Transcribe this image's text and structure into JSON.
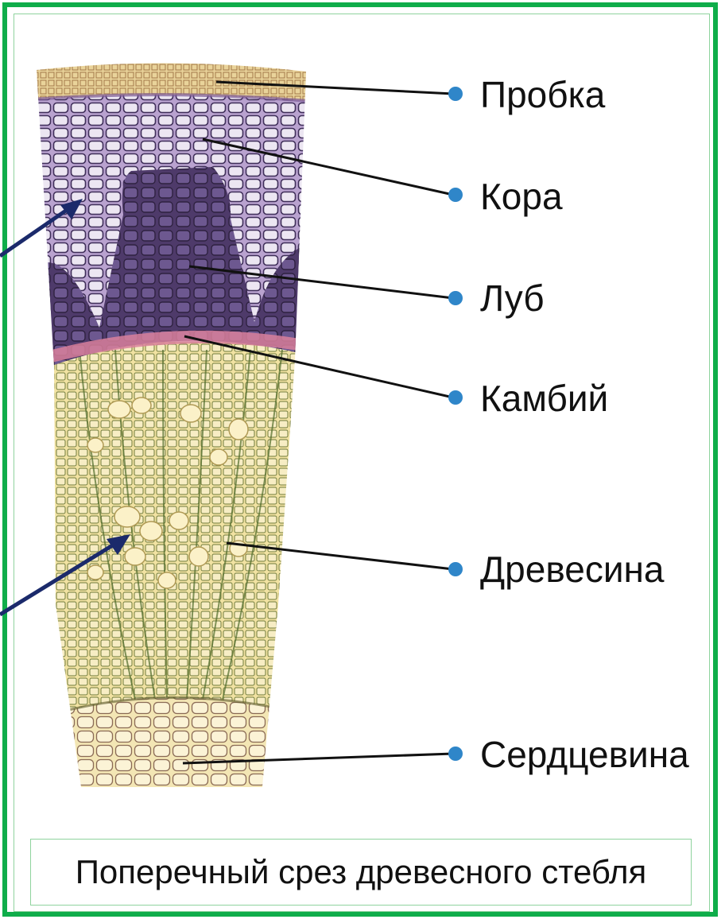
{
  "labels": {
    "cork": "Пробка",
    "bark": "Кора",
    "bast": "Луб",
    "cambium": "Камбий",
    "wood": "Древесина",
    "pith": "Сердцевина"
  },
  "caption": "Поперечный срез древесного стебля",
  "colors": {
    "frame": "#0fad4a",
    "cork": "#e9d39a",
    "bark": "#b9a2cf",
    "bast": "#4e3a6a",
    "cambium": "#d9809c",
    "wood": "#f1e2a2",
    "pith": "#f3e6b4",
    "pointer_arrow": "#1b2a6b",
    "leader_line": "#111111",
    "bullet": "#2f86c9"
  },
  "icons": [
    "bullet-dot-icon",
    "arrow-icon"
  ]
}
